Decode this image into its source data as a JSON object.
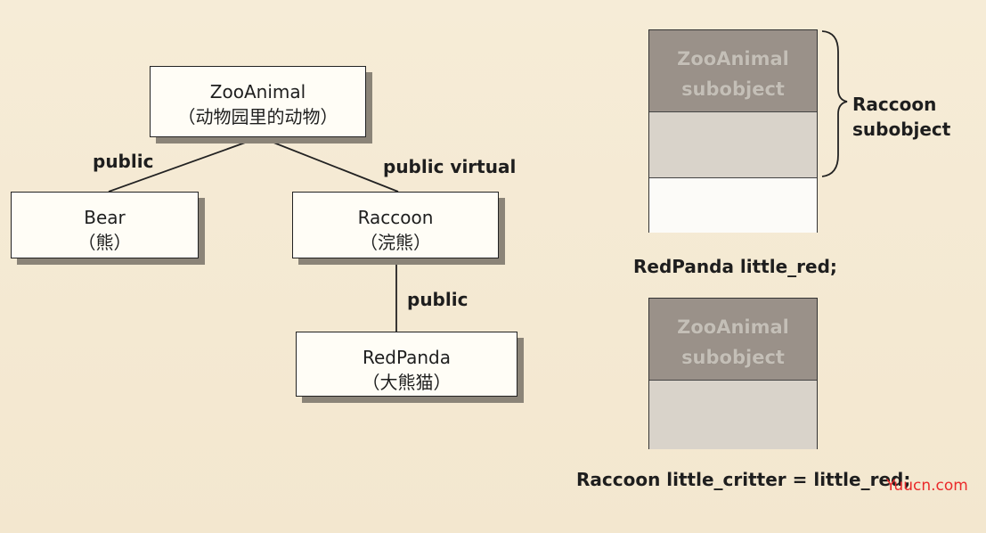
{
  "diagram": {
    "nodes": {
      "zooanimal": {
        "name": "ZooAnimal",
        "subtitle": "（动物园里的动物）"
      },
      "bear": {
        "name": "Bear",
        "subtitle": "（熊）"
      },
      "raccoon": {
        "name": "Raccoon",
        "subtitle": "（浣熊）"
      },
      "redpanda": {
        "name": "RedPanda",
        "subtitle": "（大熊猫）"
      }
    },
    "edges": {
      "bear_label": "public",
      "raccoon_label": "public virtual",
      "redpanda_label": "public"
    },
    "layouts": {
      "redpanda_object": {
        "zoo_line1": "ZooAnimal",
        "zoo_line2": "subobject",
        "brace_label_line1": "Raccoon",
        "brace_label_line2": "subobject",
        "caption": "RedPanda little_red;"
      },
      "raccoon_object": {
        "zoo_line1": "ZooAnimal",
        "zoo_line2": "subobject",
        "caption": "Raccoon little_critter = little_red;"
      }
    },
    "watermark": "Yuucn.com"
  },
  "colors": {
    "background": "#f6ecd7",
    "box_fill": "#fffdf6",
    "box_shadow": "#8b8478",
    "zoo_segment": "#9a9189",
    "raccoon_segment": "#d9d3ca",
    "watermark": "#ea2a2a"
  }
}
